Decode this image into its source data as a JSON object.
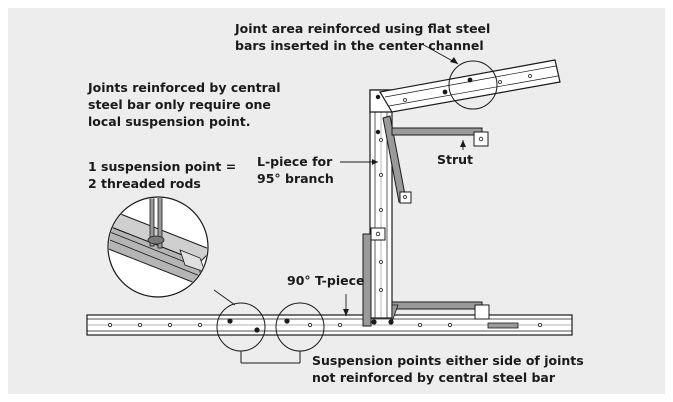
{
  "labels": {
    "joint_reinforced": [
      "Joint area reinforced using flat steel",
      "bars inserted in the center channel"
    ],
    "central_bar": [
      "Joints reinforced by central",
      "steel bar only require one",
      "local suspension point."
    ],
    "suspension_point": [
      "1 suspension point =",
      "2 threaded rods"
    ],
    "l_piece": [
      "L-piece for",
      "95° branch"
    ],
    "strut": [
      "Strut"
    ],
    "t_piece": [
      "90° T-piece"
    ],
    "suspension_sides": [
      "Suspension points either side of joints",
      "not reinforced by central steel bar"
    ]
  },
  "colors": {
    "background": "#ededed",
    "line": "#1a1a1a",
    "rail_fill": "#ffffff",
    "bracket_fill": "#9a9a9a"
  }
}
